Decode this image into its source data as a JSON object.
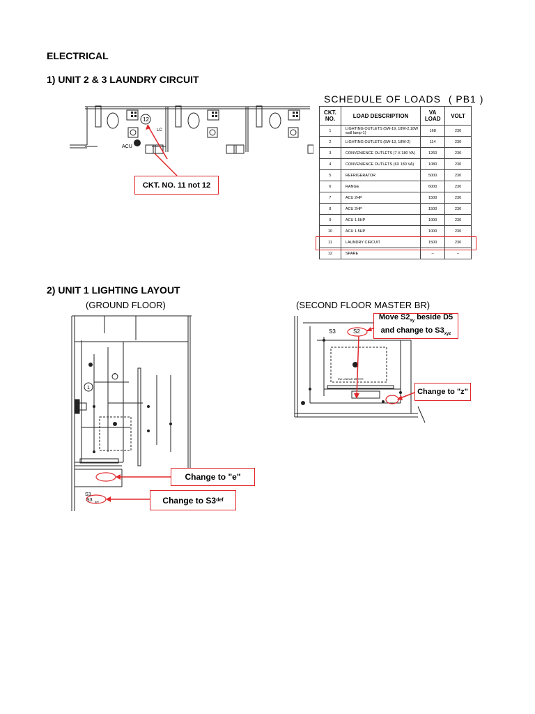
{
  "section": {
    "title": "ELECTRICAL"
  },
  "item1": {
    "title": "1) UNIT 2 & 3 LAUNDRY CIRCUIT",
    "plan_labels": {
      "ckt": "12",
      "lc": "LC",
      "acu": "ACU"
    },
    "callout": "CKT. NO. 11 not 12"
  },
  "schedule": {
    "title": "SCHEDULE OF LOADS",
    "panel": "( PB1 )",
    "headers": {
      "ckt": "CKT. NO.",
      "desc": "LOAD DESCRIPTION",
      "va": "VA LOAD",
      "volt": "VOLT"
    },
    "rows": [
      {
        "no": "1",
        "desc": "LIGHTING OUTLETS (5W-19, 18W-2,18W wall lamp-1)",
        "va": "168",
        "volt": "230"
      },
      {
        "no": "2",
        "desc": "LIGHTING OUTLETS (5W-13, 18W-2)",
        "va": "114",
        "volt": "230"
      },
      {
        "no": "3",
        "desc": "CONVENIENCE OUTLETS (7 X 180 VA)",
        "va": "1260",
        "volt": "230"
      },
      {
        "no": "4",
        "desc": "CONVENIENCE OUTLETS (6X 180 VA)",
        "va": "1080",
        "volt": "230"
      },
      {
        "no": "5",
        "desc": "REFRIGERATOR",
        "va": "5000",
        "volt": "230"
      },
      {
        "no": "6",
        "desc": "RANGE",
        "va": "6000",
        "volt": "230"
      },
      {
        "no": "7",
        "desc": "ACU 2HP",
        "va": "1500",
        "volt": "230"
      },
      {
        "no": "8",
        "desc": "ACU 2HP",
        "va": "1500",
        "volt": "230"
      },
      {
        "no": "9",
        "desc": "ACU 1.5HP",
        "va": "1000",
        "volt": "230"
      },
      {
        "no": "10",
        "desc": "ACU 1.5HP",
        "va": "1000",
        "volt": "230"
      },
      {
        "no": "11",
        "desc": "LAUNDRY CIRCUIT",
        "va": "1500",
        "volt": "230"
      },
      {
        "no": "12",
        "desc": "SPARE",
        "va": "--",
        "volt": "--"
      }
    ],
    "highlight_row": 11
  },
  "item2": {
    "title": "2) UNIT 1 LIGHTING LAYOUT",
    "ground_label": "(GROUND FLOOR)",
    "second_label": "(SECOND FLOOR MASTER BR)",
    "callouts": {
      "change_e": "Change to \"e\"",
      "change_s3": "Change to S3",
      "change_s3_sub": "def",
      "move_line1": "Move S2",
      "move_line1_sub": "xy",
      "move_line1_tail": " beside D5",
      "move_line2": "and change to S3",
      "move_line2_sub": "xyz",
      "change_z": "Change to \"z\""
    },
    "plan_labels": {
      "s3a": "S3",
      "s3b": "S3",
      "s3_sub": "def",
      "s2": "S2",
      "wc": "5W LINEAR METER",
      "marker": "1"
    }
  },
  "colors": {
    "callout_border": "#e0262a",
    "arrow": "#e0262a",
    "line": "#222222"
  }
}
